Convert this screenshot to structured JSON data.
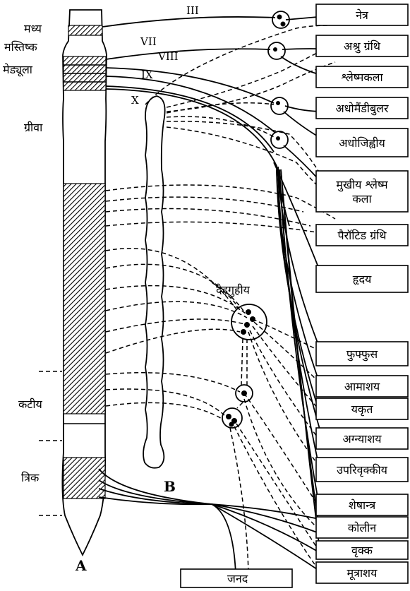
{
  "cord_regions": {
    "midbrain": [
      "मध्य",
      "मस्तिष्क"
    ],
    "medulla": "मेड्यूला",
    "cervical": "ग्रीवा",
    "lumbar": "कटीय",
    "sacral": "त्रिक"
  },
  "cranial_nerves": [
    "III",
    "VII",
    "VIII",
    "IX",
    "X"
  ],
  "ganglion_label": "देहगुहीय",
  "chain_labels": {
    "a": "A",
    "b": "B"
  },
  "organs": [
    {
      "lines": [
        "नेत्र"
      ]
    },
    {
      "lines": [
        "अश्रु ग्रंथि"
      ]
    },
    {
      "lines": [
        "श्लेष्मकला"
      ]
    },
    {
      "lines": [
        "अधोमैंडीबुलर"
      ]
    },
    {
      "lines": [
        "अधोजिह्वीय"
      ]
    },
    {
      "lines": [
        "मुखीय श्लेष्म",
        "कला"
      ]
    },
    {
      "lines": [
        "पैरॉटिड ग्रंथि"
      ]
    },
    {
      "lines": [
        "हृदय"
      ]
    },
    {
      "lines": [
        "फुफ्फुस"
      ]
    },
    {
      "lines": [
        "आमाशय"
      ]
    },
    {
      "lines": [
        "यकृत"
      ]
    },
    {
      "lines": [
        "अग्न्याशय"
      ]
    },
    {
      "lines": [
        "उपरिवृक्कीय"
      ]
    },
    {
      "lines": [
        "शेषान्त्र"
      ]
    },
    {
      "lines": [
        "कोलीन"
      ]
    },
    {
      "lines": [
        "वृक्क"
      ]
    },
    {
      "lines": [
        "मूत्राशय"
      ]
    }
  ],
  "gonad": "जनद"
}
